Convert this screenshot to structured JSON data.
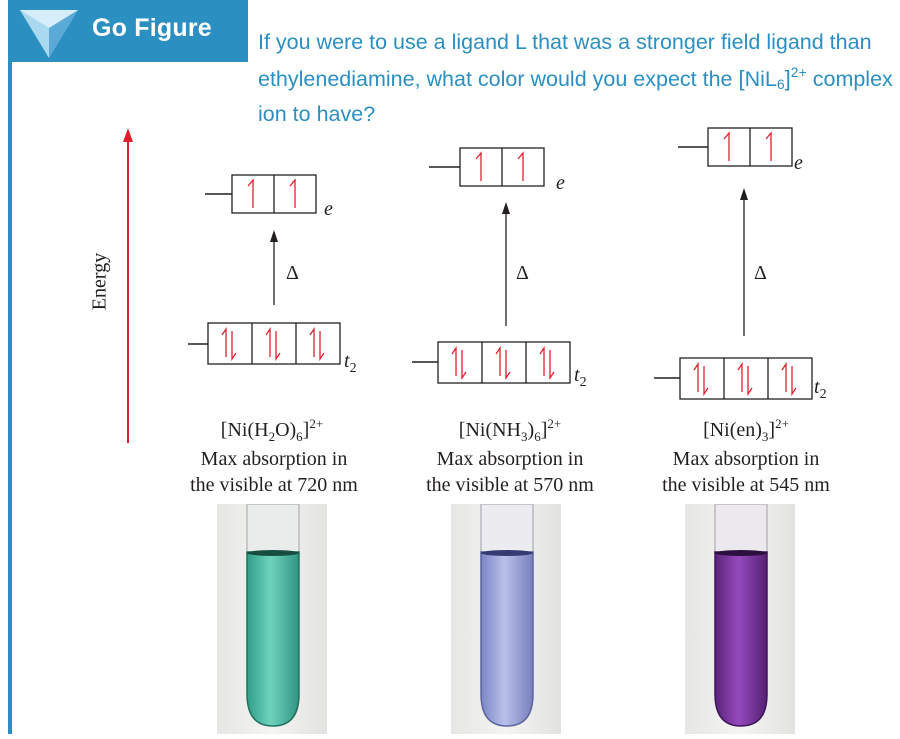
{
  "header": {
    "title": "Go Figure",
    "question_part1": "If you were to use a ligand L that was a stronger field ligand than ethylenediamine, what color would you expect the",
    "question_formula_main": "NiL",
    "question_formula_sub": "6",
    "question_formula_sup": "2+",
    "question_part2": "complex ion to have?"
  },
  "axis": {
    "label": "Energy"
  },
  "complexes": [
    {
      "formula_html_parts": [
        "[Ni(H",
        "2",
        "O)",
        "6",
        "]",
        "2+"
      ],
      "caption_line1": "Max absorption in",
      "caption_line2": "the visible at 720 nm",
      "upper_label": "e",
      "lower_label": "t",
      "lower_label_sub": "2",
      "gap_label": "Δ",
      "solution_color": "#4fb9a4"
    },
    {
      "formula_html_parts": [
        "[Ni(NH",
        "3",
        ")",
        "6",
        "]",
        "2+"
      ],
      "caption_line1": "Max absorption in",
      "caption_line2": "the visible at 570 nm",
      "upper_label": "e",
      "lower_label": "t",
      "lower_label_sub": "2",
      "gap_label": "Δ",
      "solution_color": "#9aa3d8"
    },
    {
      "formula_html_parts": [
        "[Ni(en)",
        "3",
        "]",
        "2+"
      ],
      "caption_line1": "Max absorption in",
      "caption_line2": "the visible at 545 nm",
      "upper_label": "e",
      "lower_label": "t",
      "lower_label_sub": "2",
      "gap_label": "Δ",
      "solution_color": "#7b3c9c"
    }
  ],
  "colors": {
    "accent": "#2b8fc2",
    "electron_arrow": "#e0202e",
    "energy_axis": "#e0202e",
    "text": "#231f20"
  }
}
